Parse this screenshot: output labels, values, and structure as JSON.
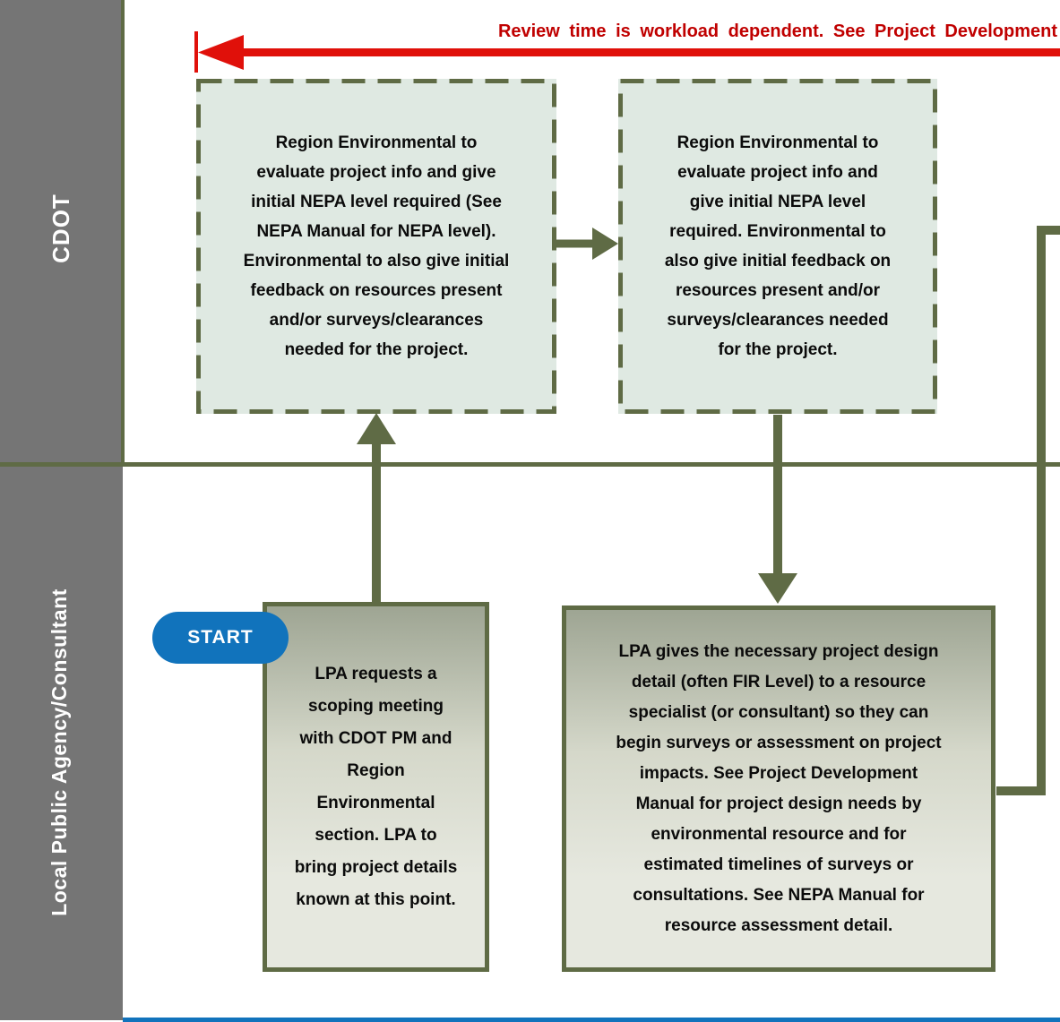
{
  "colors": {
    "olive": "#5f6b45",
    "red_arrow": "#e0100a",
    "red_text": "#c00000",
    "blue": "#1173bc",
    "sidebar_gray": "#757575",
    "dashed_box_fill": "#dfe9e2"
  },
  "header": {
    "note": "Review time is workload dependent.  See Project Development"
  },
  "lanes": [
    {
      "id": "cdot",
      "label": "CDOT"
    },
    {
      "id": "lpa",
      "label": "Local Public Agency/Consultant"
    }
  ],
  "nodes": {
    "cdot_box1": {
      "text": "Region Environmental to\nevaluate project info and give\ninitial NEPA level required (See\nNEPA Manual for NEPA level).\nEnvironmental to also give initial\nfeedback on resources present\nand/or surveys/clearances\nneeded for the project."
    },
    "cdot_box2": {
      "text": "Region Environmental to\nevaluate project info and\ngive initial NEPA level\nrequired.  Environmental to\nalso give initial feedback on\nresources present and/or\nsurveys/clearances needed\nfor the project."
    },
    "start_badge": {
      "label": "START"
    },
    "lpa_box1": {
      "text": "LPA requests a\nscoping meeting\nwith CDOT PM and\nRegion\nEnvironmental\nsection.  LPA to\nbring project details\nknown at this point."
    },
    "lpa_box2": {
      "text": "LPA gives the necessary project design\ndetail (often FIR Level) to a resource\nspecialist (or consultant) so they can\nbegin surveys or assessment on project\nimpacts.  See Project Development\nManual for project design needs by\nenvironmental resource and for\nestimated timelines of surveys or\nconsultations.  See NEPA Manual for\nresource assessment detail."
    }
  }
}
